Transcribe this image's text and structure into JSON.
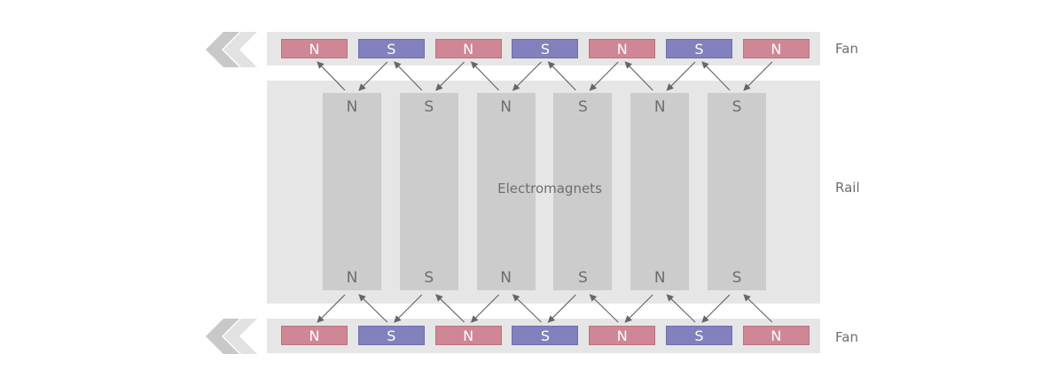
{
  "fan_top": {
    "label": "Fan",
    "magnets": [
      "N",
      "S",
      "N",
      "S",
      "N",
      "S",
      "N"
    ]
  },
  "rail": {
    "label": "Rail",
    "center_label": "Electromagnets",
    "electromagnets": [
      {
        "top": "N",
        "bottom": "N"
      },
      {
        "top": "S",
        "bottom": "S"
      },
      {
        "top": "N",
        "bottom": "N"
      },
      {
        "top": "S",
        "bottom": "S"
      },
      {
        "top": "N",
        "bottom": "N"
      },
      {
        "top": "S",
        "bottom": "S"
      }
    ]
  },
  "fan_bottom": {
    "label": "Fan",
    "magnets": [
      "N",
      "S",
      "N",
      "S",
      "N",
      "S",
      "N"
    ]
  },
  "motion_direction": "left",
  "icons": {
    "direction": "double-chevron-left-icon"
  },
  "colors": {
    "north": "#d08795",
    "south": "#8381bd",
    "band": "#e6e6e6",
    "electromagnet": "#cccccc",
    "text": "#6e6e6e",
    "arrow": "#666666"
  }
}
